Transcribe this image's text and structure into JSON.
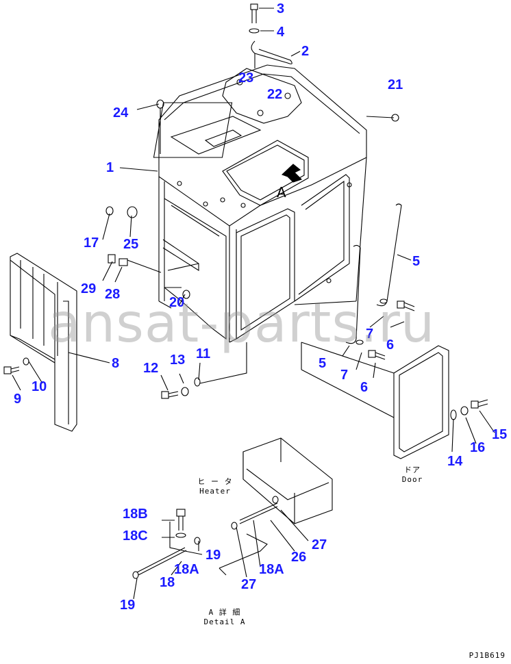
{
  "callouts": {
    "c1": "1",
    "c2": "2",
    "c3": "3",
    "c4": "4",
    "c5a": "5",
    "c5b": "5",
    "c6a": "6",
    "c6b": "6",
    "c7a": "7",
    "c7b": "7",
    "c8": "8",
    "c9": "9",
    "c10": "10",
    "c11": "11",
    "c12": "12",
    "c13": "13",
    "c14": "14",
    "c15": "15",
    "c16": "16",
    "c17": "17",
    "c18": "18",
    "c18a1": "18A",
    "c18a2": "18A",
    "c18b": "18B",
    "c18c": "18C",
    "c19a": "19",
    "c19b": "19",
    "c20": "20",
    "c21": "21",
    "c22": "22",
    "c23": "23",
    "c24": "24",
    "c25": "25",
    "c26": "26",
    "c27a": "27",
    "c27b": "27",
    "c28": "28",
    "c29": "29"
  },
  "view_marker": "A",
  "captions": {
    "door_jp": "ドア",
    "door_en": "Door",
    "heater_jp": "ヒ ー タ",
    "heater_en": "Heater",
    "detail_jp": "A 詳 細",
    "detail_en": "Detail A"
  },
  "watermark": "ansat-parts.ru",
  "drawing_code": "PJ1B619",
  "colors": {
    "callout": "#1a1aff",
    "line": "#000000",
    "watermark": "#969696"
  }
}
